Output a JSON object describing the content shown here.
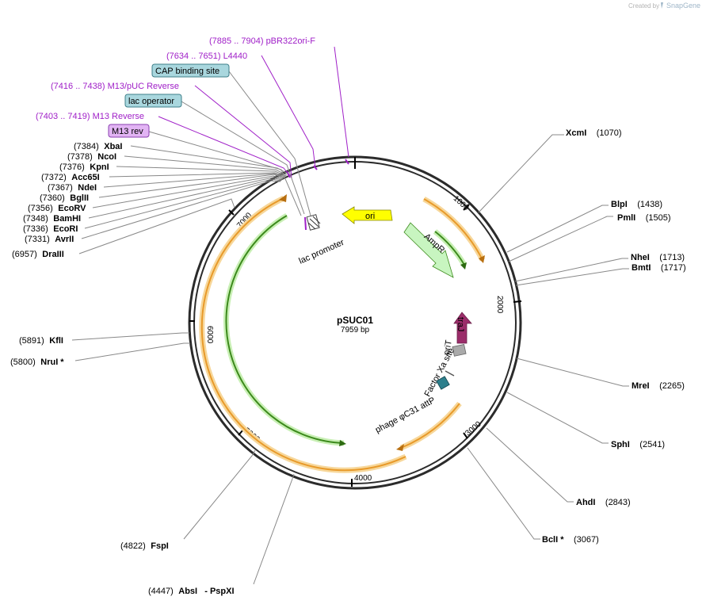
{
  "credit": {
    "prefix": "Created by",
    "brand": "SnapGene"
  },
  "plasmid": {
    "name": "pSUC01",
    "length_label": "7959 bp"
  },
  "ticks": [
    "1000",
    "2000",
    "3000",
    "4000",
    "5000",
    "6000",
    "7000"
  ],
  "primers_top": [
    {
      "range": "(7885 .. 7904)",
      "name": "pBR322ori-F"
    },
    {
      "range": "(7634 .. 7651)",
      "name": "L4440"
    },
    {
      "range": "(7416 .. 7438)",
      "name": "M13/pUC Reverse"
    },
    {
      "range": "(7403 .. 7419)",
      "name": "M13 Reverse"
    }
  ],
  "boxed_labels": [
    "CAP binding site",
    "lac operator",
    "M13 rev"
  ],
  "sites_left": [
    {
      "pos": "(7384)",
      "name": "XbaI"
    },
    {
      "pos": "(7378)",
      "name": "NcoI"
    },
    {
      "pos": "(7376)",
      "name": "KpnI"
    },
    {
      "pos": "(7372)",
      "name": "Acc65I"
    },
    {
      "pos": "(7367)",
      "name": "NdeI"
    },
    {
      "pos": "(7360)",
      "name": "BglII"
    },
    {
      "pos": "(7356)",
      "name": "EcoRV"
    },
    {
      "pos": "(7348)",
      "name": "BamHI"
    },
    {
      "pos": "(7336)",
      "name": "EcoRI"
    },
    {
      "pos": "(7331)",
      "name": "AvrII"
    },
    {
      "pos": "(6957)",
      "name": "DraIII"
    },
    {
      "pos": "(5891)",
      "name": "KflI"
    },
    {
      "pos": "(5800)",
      "name": "NruI *"
    },
    {
      "pos": "(4822)",
      "name": "FspI"
    },
    {
      "pos": "(4447)",
      "name": "AbsI   - PspXI"
    }
  ],
  "sites_right": [
    {
      "name": "XcmI",
      "pos": "(1070)"
    },
    {
      "name": "BlpI",
      "pos": "(1438)"
    },
    {
      "name": "PmlI",
      "pos": "(1505)"
    },
    {
      "name": "NheI",
      "pos": "(1713)"
    },
    {
      "name": "BmtI",
      "pos": "(1717)"
    },
    {
      "name": "MreI",
      "pos": "(2265)"
    },
    {
      "name": "SphI",
      "pos": "(2541)"
    },
    {
      "name": "AhdI",
      "pos": "(2843)"
    },
    {
      "name": "BclI *",
      "pos": "(3067)"
    }
  ],
  "features": {
    "ori": "ori",
    "ampr": "AmpR",
    "traj": "traJ",
    "orit": "oriT",
    "factor_xa": "Factor Xa site",
    "attp": "phage φC31 attP",
    "lac_promoter": "lac promoter"
  },
  "colors": {
    "backbone": "#2b2b2b",
    "orange_arc": "#e89a2a",
    "orange_halo": "#f7d79a",
    "green_arc": "#3c8a1c",
    "green_halo": "#c8efb4",
    "primer": "#a020c8",
    "ori_fill": "#ffff00",
    "ampr_fill": "#c8f5c0",
    "traj_fill": "#9b2d6a",
    "orit_fill": "#aaaaaa",
    "attp_fill": "#2d7f8c",
    "box_blue": "#a9d7de",
    "box_purple": "#e2b4f4"
  }
}
